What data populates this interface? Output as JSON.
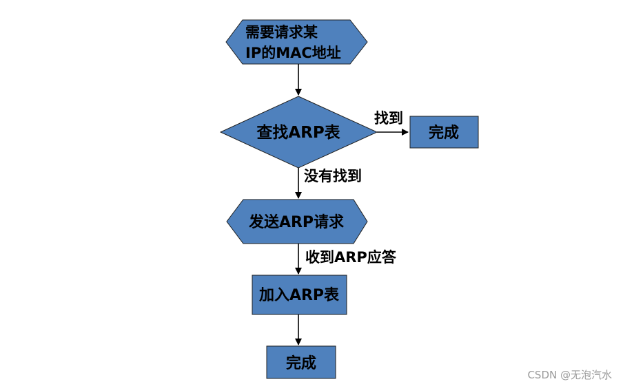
{
  "nodes": {
    "request_mac": {
      "line1": "需要请求某",
      "line2": "IP的MAC地址"
    },
    "lookup_arp": {
      "label": "查找ARP表"
    },
    "done_top": {
      "label": "完成"
    },
    "send_request": {
      "label": "发送ARP请求"
    },
    "add_table": {
      "label": "加入ARP表"
    },
    "done_bottom": {
      "label": "完成"
    }
  },
  "edges": {
    "found": "找到",
    "not_found": "没有找到",
    "reply_received": "收到ARP应答"
  },
  "watermark": "CSDN @无泡汽水",
  "colors": {
    "shape_fill": "#4f81bd",
    "shape_stroke": "#1f1f1f",
    "text": "#000000"
  }
}
